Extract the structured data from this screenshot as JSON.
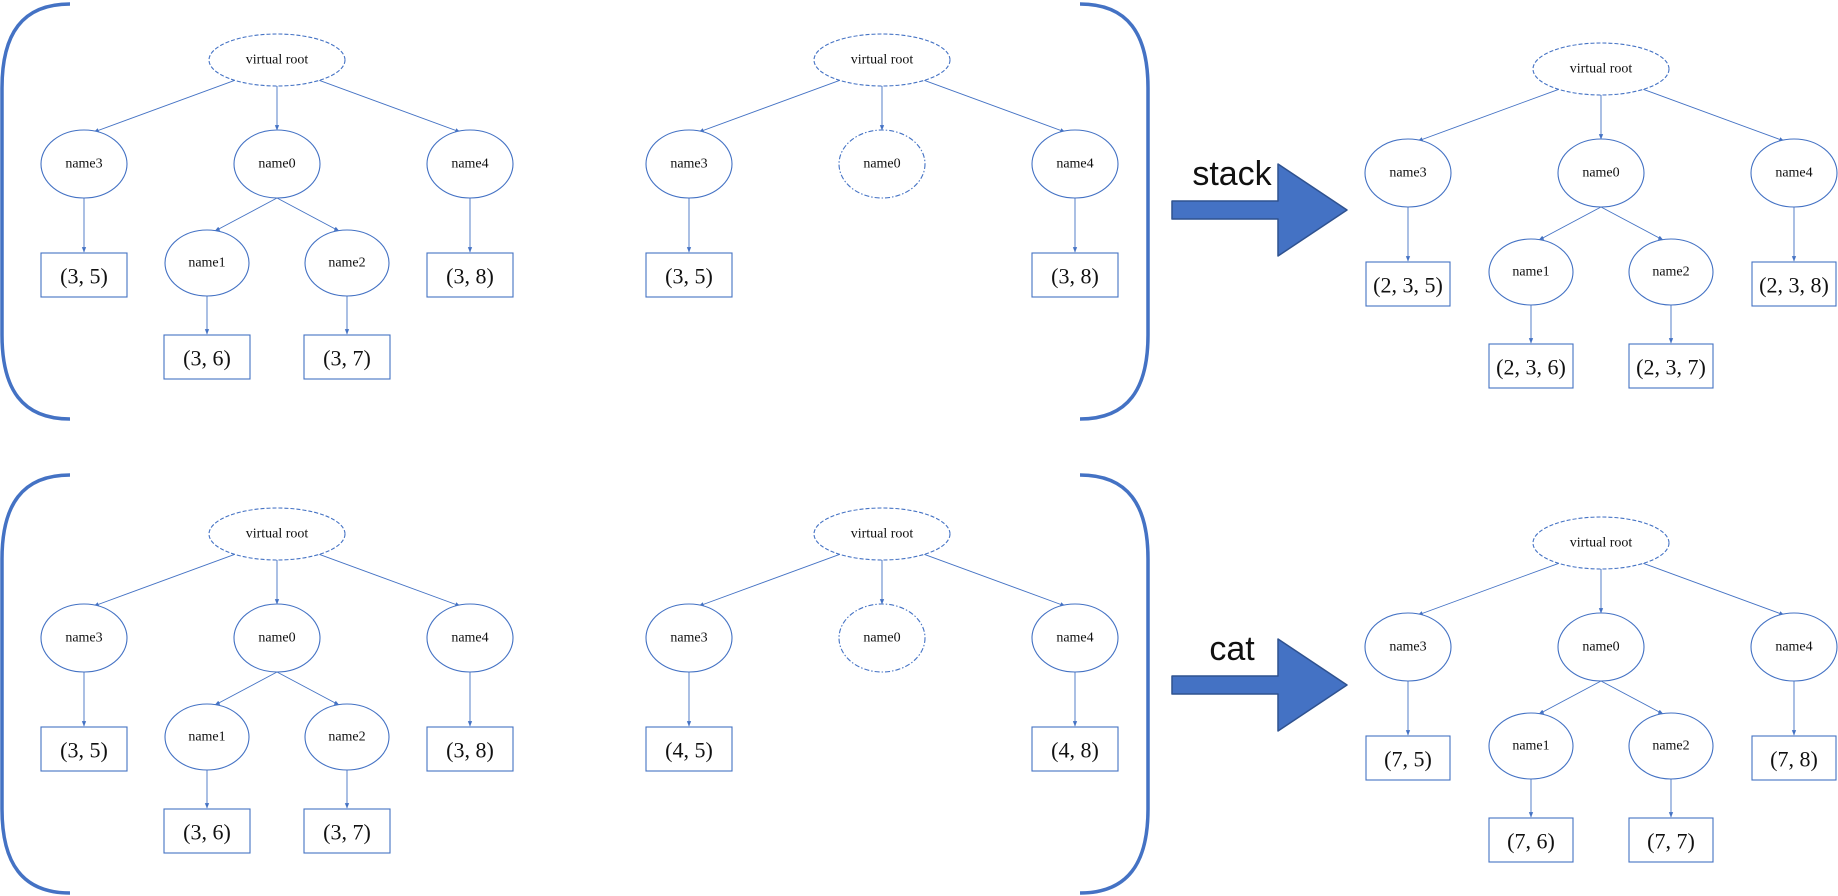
{
  "colors": {
    "stroke": "#4472c4",
    "arrow_fill": "#4472c4",
    "arrow_stroke": "#2f528f",
    "text": "#111111"
  },
  "rows": [
    {
      "id": "stack-row",
      "operator": "stack",
      "inputs": [
        {
          "id": "input-a",
          "root": "virtual root",
          "children": [
            {
              "label": "name3",
              "leaf": "(3, 5)"
            },
            {
              "label": "name0",
              "children": [
                {
                  "label": "name1",
                  "leaf": "(3, 6)"
                },
                {
                  "label": "name2",
                  "leaf": "(3, 7)"
                }
              ]
            },
            {
              "label": "name4",
              "leaf": "(3, 8)"
            }
          ]
        },
        {
          "id": "input-b",
          "root": "virtual root",
          "children": [
            {
              "label": "name3",
              "leaf": "(3, 5)"
            },
            {
              "label": "name0",
              "placeholder": true
            },
            {
              "label": "name4",
              "leaf": "(3, 8)"
            }
          ]
        }
      ],
      "result": {
        "id": "result",
        "root": "virtual root",
        "children": [
          {
            "label": "name3",
            "leaf": "(2, 3, 5)"
          },
          {
            "label": "name0",
            "children": [
              {
                "label": "name1",
                "leaf": "(2, 3, 6)"
              },
              {
                "label": "name2",
                "leaf": "(2, 3, 7)"
              }
            ]
          },
          {
            "label": "name4",
            "leaf": "(2, 3, 8)"
          }
        ]
      }
    },
    {
      "id": "cat-row",
      "operator": "cat",
      "inputs": [
        {
          "id": "input-a",
          "root": "virtual root",
          "children": [
            {
              "label": "name3",
              "leaf": "(3, 5)"
            },
            {
              "label": "name0",
              "children": [
                {
                  "label": "name1",
                  "leaf": "(3, 6)"
                },
                {
                  "label": "name2",
                  "leaf": "(3, 7)"
                }
              ]
            },
            {
              "label": "name4",
              "leaf": "(3, 8)"
            }
          ]
        },
        {
          "id": "input-b",
          "root": "virtual root",
          "children": [
            {
              "label": "name3",
              "leaf": "(4, 5)"
            },
            {
              "label": "name0",
              "placeholder": true
            },
            {
              "label": "name4",
              "leaf": "(4, 8)"
            }
          ]
        }
      ],
      "result": {
        "id": "result",
        "root": "virtual root",
        "children": [
          {
            "label": "name3",
            "leaf": "(7, 5)"
          },
          {
            "label": "name0",
            "children": [
              {
                "label": "name1",
                "leaf": "(7, 6)"
              },
              {
                "label": "name2",
                "leaf": "(7, 7)"
              }
            ]
          },
          {
            "label": "name4",
            "leaf": "(7, 8)"
          }
        ]
      }
    }
  ]
}
